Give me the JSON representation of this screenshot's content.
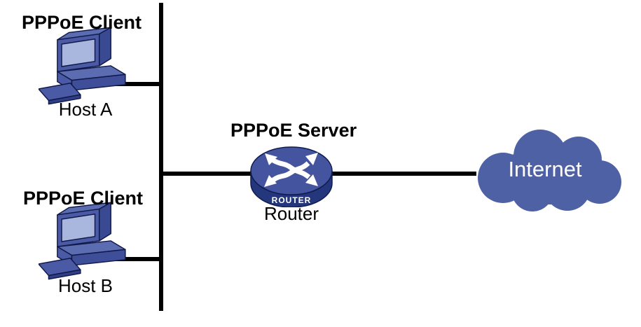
{
  "diagram": {
    "type": "network-topology",
    "nodes": {
      "host_a": {
        "role_label": "PPPoE Client",
        "name": "Host A",
        "icon": "computer-icon"
      },
      "host_b": {
        "role_label": "PPPoE Client",
        "name": "Host B",
        "icon": "computer-icon"
      },
      "router": {
        "role_label": "PPPoE Server",
        "name": "Router",
        "icon_badge": "ROUTER",
        "icon": "router-icon"
      },
      "internet": {
        "name": "Internet",
        "icon": "cloud-icon"
      }
    },
    "links": [
      {
        "from": "host_a",
        "to": "bus"
      },
      {
        "from": "host_b",
        "to": "bus"
      },
      {
        "from": "bus",
        "to": "router"
      },
      {
        "from": "router",
        "to": "internet"
      }
    ],
    "colors": {
      "line": "#000000",
      "node_blue": "#4a5aa4",
      "node_blue_light": "#5b6cb0",
      "node_blue_dark": "#2e3f85",
      "screen_blue": "#a9b6de",
      "router_top": "#44549f",
      "router_body": "#24367c",
      "cloud_blue": "#4e61a5",
      "label_text": "#000000",
      "icon_text": "#ffffff"
    }
  }
}
